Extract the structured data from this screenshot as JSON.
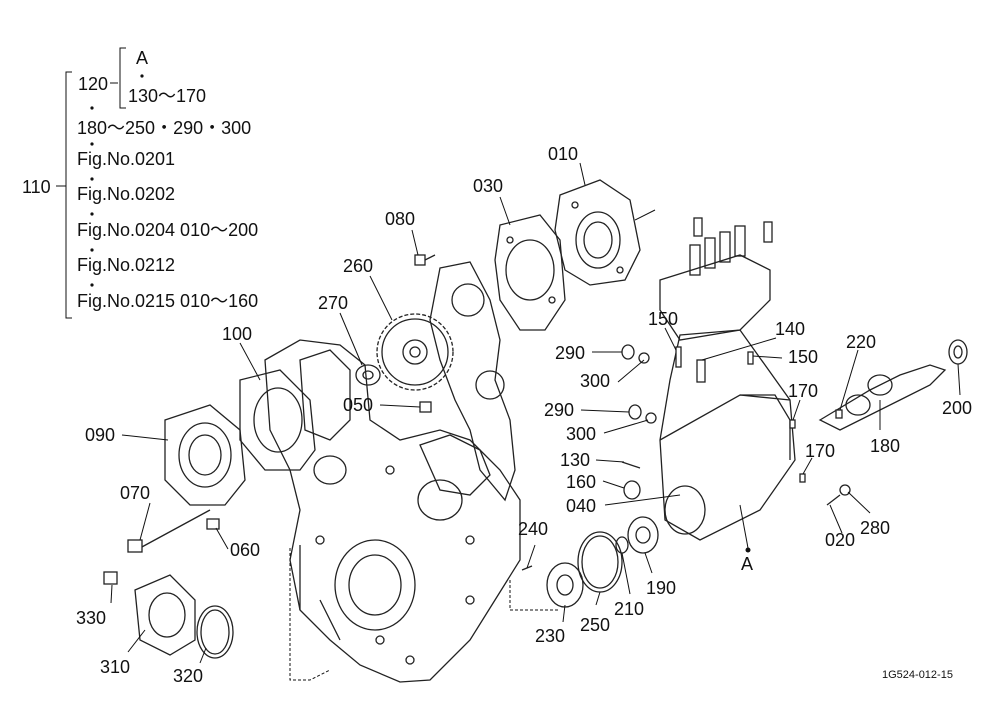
{
  "tree": {
    "root": "110",
    "sub": "120",
    "sub_a": "A",
    "sub_b": "130～170",
    "items": [
      "180～250・290・300",
      "Fig.No.0201",
      "Fig.No.0202",
      "Fig.No.0204  010～200",
      "Fig.No.0212",
      "Fig.No.0215  010～160"
    ]
  },
  "callouts": {
    "c010": "010",
    "c020": "020",
    "c030": "030",
    "c040": "040",
    "c050": "050",
    "c060": "060",
    "c070": "070",
    "c080": "080",
    "c090": "090",
    "c100": "100",
    "c130": "130",
    "c140": "140",
    "c150a": "150",
    "c150b": "150",
    "c160": "160",
    "c170a": "170",
    "c170b": "170",
    "c180": "180",
    "c190": "190",
    "c200": "200",
    "c210": "210",
    "c220": "220",
    "c230": "230",
    "c240": "240",
    "c250": "250",
    "c260": "260",
    "c270": "270",
    "c280": "280",
    "c290a": "290",
    "c290b": "290",
    "c300a": "300",
    "c300b": "300",
    "c310": "310",
    "c320": "320",
    "c330": "330",
    "marker_a": "A"
  },
  "figure_code": "1G524-012-15"
}
